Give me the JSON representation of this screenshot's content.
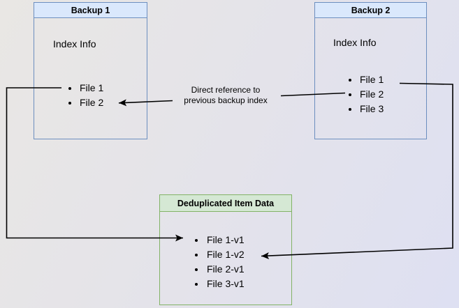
{
  "background": {
    "gradient_start": "#e9e7e4",
    "gradient_end": "#dee0f2"
  },
  "boxes": {
    "backup1": {
      "title": "Backup 1",
      "body_label": "Index Info",
      "files": [
        "File 1",
        "File 2"
      ],
      "header_fill": "#dae8fc",
      "border": "#6c8ebf"
    },
    "backup2": {
      "title": "Backup 2",
      "body_label": "Index Info",
      "files": [
        "File 1",
        "File 2",
        "File 3"
      ],
      "header_fill": "#dae8fc",
      "border": "#6c8ebf"
    },
    "dedup": {
      "title": "Deduplicated Item Data",
      "files": [
        "File 1-v1",
        "File 1-v2",
        "File 2-v1",
        "File 3-v1"
      ],
      "header_fill": "#d5e8d4",
      "border": "#82b366"
    }
  },
  "annotations": {
    "direct_reference_line1": "Direct reference to",
    "direct_reference_line2": "previous backup index"
  },
  "edges": {
    "line_color": "#000000",
    "list": [
      {
        "from": "backup1.File 1",
        "to": "dedup.File 1-v1",
        "label": ""
      },
      {
        "from": "backup2.File 1",
        "to": "dedup.File 1-v2",
        "label": ""
      },
      {
        "from": "backup2.File 2",
        "to": "backup1.File 2",
        "label": "Direct reference to previous backup index"
      }
    ]
  }
}
